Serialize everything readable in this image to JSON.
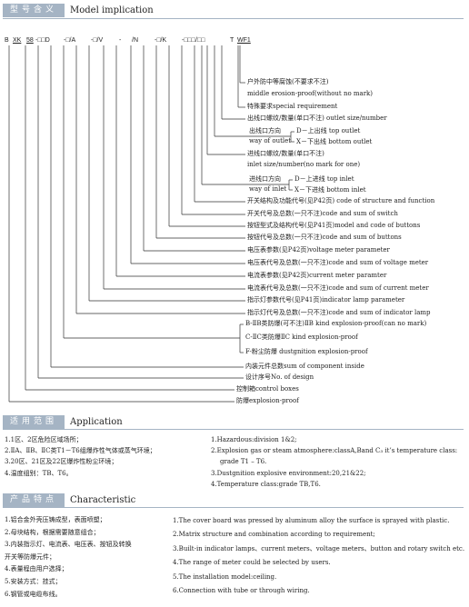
{
  "sections": {
    "model": {
      "tag": "型号含义",
      "title": "Model implication"
    },
    "application": {
      "tag": "适用范围",
      "title": "Application"
    },
    "characteristic": {
      "tag": "产品特点",
      "title": "Characteristic"
    }
  },
  "model_code": {
    "B": "B",
    "XK": "XK",
    "n58": "58",
    "s1": "-□□D",
    "s2": "-□/A",
    "s3": "-□/V",
    "s4": "-",
    "s5": "/N",
    "s6": "-□/K",
    "s7": "-□□□/□□",
    "T": "T",
    "WF1": "WF1"
  },
  "labels": [
    "户外防中等腐蚀(不要求不注)",
    "middle erosion-proof(without no mark)",
    "特殊要求special requirement",
    "出线口螺纹/数量(单口不注) outlet size/number",
    "出线口方向",
    "way of outlet",
    "D－上出线 top outlet",
    "X－下出线 bottom outlet",
    "进线口螺纹/数量(单口不注)",
    "inlet size/number(no mark for one)",
    "进线口方向",
    "way of inlet",
    "D－上进线 top inlet",
    "X－下进线 bottom inlet",
    "开关结构及功能代号(见P42页) code of structure and function",
    "开关代号及总数(一只不注)code and sum of switch",
    "按钮型式及结构代号(见P41页)model and code of buttons",
    "按钮代号及总数(一只不注)code and sum of buttons",
    "电压表参数(见P42页)voltage meter parameter",
    "电压表代号及总数(一只不注)code and sum of voltage meter",
    "电流表参数(见P42页)current meter paramter",
    "电流表代号及总数(一只不注)code and sum of current meter",
    "指示灯参数代号(见P41页)indicator lamp parameter",
    "指示灯代号及总数(一只不注)code and sum of indicator lamp",
    "B-ⅡB类防爆(可不注)ⅡB kind explosion-proof(can no mark)",
    "C-ⅡC类防爆ⅡC kind explosion-proof",
    "F-粉尘防爆 dustgnition explosion-proof",
    "内装元件总数sum of component inside",
    "设计序号No. of design",
    "控制箱control boxes",
    "防爆explosion-proof"
  ],
  "application_cn": [
    "1.1区、2区危险区域场所；",
    "2.ⅡA、ⅡB、ⅡC类T1－T6组爆炸性气体或蒸气环境；",
    "3.20区、21区及22区爆炸性粉尘环境；",
    "4.温度组别：TB、T6。"
  ],
  "application_en": [
    "1.Hazardous:division 1&2;",
    "2.Explosion gas or steam atmosphere:classA,Band C₃ it’s temperature class:",
    "grade T1 – T6.",
    "3.Dustgnition explosive environment:20,21&22;",
    "4.Temperature class:grade TB,T6."
  ],
  "characteristic_cn": [
    "1.铝合金外壳压铸成型，表面喷塑；",
    "2.母块结构，根据需要随意组合；",
    "3.内装指示灯、电流表、电压表、按钮及转换",
    "开关等防爆元件；",
    "4.表量程由用户选择；",
    "5.安装方式：挂式；",
    "6.钢管或电缆布线。"
  ],
  "characteristic_en": [
    "1.The cover board was pressed by aluminum alloy the surface is sprayed with plastic.",
    "2.Matrix structure and combination according to requirement;",
    "3.Built-in indicator lamps、current meters、voltage meters、button and rotary switch etc.",
    "4.The range of meter could be selected by users.",
    "5.The installation model:ceiling.",
    "6.Connection with tube or through wiring."
  ],
  "colors": {
    "accent": "#a5b4c4",
    "text": "#222222"
  }
}
